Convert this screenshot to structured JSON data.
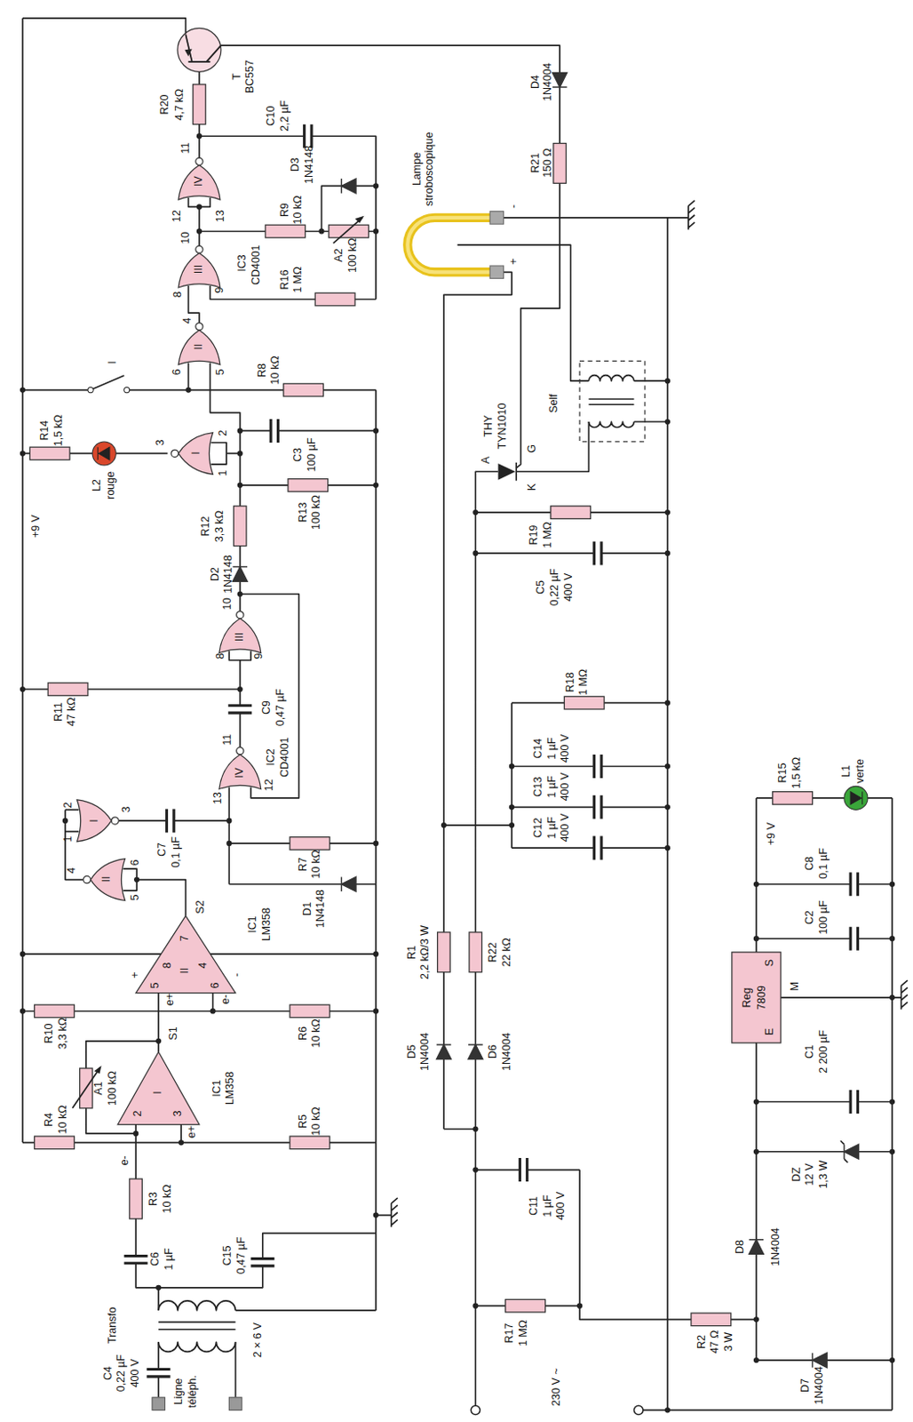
{
  "diagram": {
    "labels": [
      "T",
      "BC557",
      "D4",
      "1N4004",
      "R21",
      "150 Ω",
      "R20",
      "4,7 kΩ",
      "C10",
      "2,2 µF",
      "11",
      "IV",
      "12",
      "13",
      "D3",
      "1N4148",
      "R9",
      "10 kΩ",
      "A2",
      "100 kΩ",
      "10",
      "III",
      "IC3",
      "CD4001",
      "8",
      "9",
      "R16",
      "1 MΩ",
      "4",
      "II",
      "6",
      "5",
      "I",
      "R8",
      "10 kΩ",
      "R14",
      "1,5 kΩ",
      "L2",
      "rouge",
      "3",
      "I",
      "2",
      "1",
      "C3",
      "100 µF",
      "R13",
      "100 kΩ",
      "R12",
      "3,3 kΩ",
      "+9 V",
      "D2",
      "1N4148",
      "10",
      "III",
      "8",
      "9",
      "R11",
      "47 kΩ",
      "C9",
      "0,47 µF",
      "11",
      "IV",
      "IC2",
      "CD4001",
      "13",
      "12",
      "2",
      "1",
      "I",
      "3",
      "C7",
      "0,1 µF",
      "R7",
      "10 kΩ",
      "D1",
      "1N4148",
      "4",
      "II",
      "6",
      "5",
      "S2",
      "+",
      "7",
      "8",
      "II",
      "4",
      "5",
      "6",
      "-",
      "IC1",
      "LM358",
      "e+",
      "e-",
      "R10",
      "3,3 kΩ",
      "R6",
      "10 kΩ",
      "S1",
      "A1",
      "100 kΩ",
      "2",
      "I",
      "3",
      "IC1",
      "LM358",
      "R4",
      "10 kΩ",
      "e-",
      "e+",
      "R5",
      "10 kΩ",
      "R3",
      "10 kΩ",
      "C6",
      "1 µF",
      "C15",
      "0,47 µF",
      "Transfo",
      "2 × 6 V",
      "C4",
      "0,22 µF",
      "400 V",
      "Ligne",
      "téléph.",
      "Lampe stroboscopique",
      "-",
      "+",
      "Self",
      "THY",
      "TYN1010",
      "A",
      "G",
      "K",
      "R19",
      "1 MΩ",
      "C5",
      "0,22 µF",
      "400 V",
      "R18",
      "1 MΩ",
      "C14",
      "1 µF",
      "400 V",
      "C13",
      "1 µF",
      "400 V",
      "C12",
      "1 µF",
      "400 V",
      "R1",
      "2,2 kΩ/3 W",
      "R22",
      "22 kΩ",
      "D5",
      "1N4004",
      "D6",
      "1N4004",
      "C11",
      "1 µF",
      "400 V",
      "R17",
      "1 MΩ",
      "230 V ~",
      "R2",
      "47 Ω",
      "3 W",
      "D8",
      "1N4004",
      "D7",
      "1N4004",
      "DZ",
      "12 V",
      "1,3 W",
      "C1",
      "2 200 µF",
      "E",
      "Reg",
      "7809",
      "M",
      "S",
      "C2",
      "100 µF",
      "C8",
      "0,1 µF",
      "+9 V",
      "R15",
      "1,5 kΩ",
      "L1",
      "verte"
    ]
  }
}
